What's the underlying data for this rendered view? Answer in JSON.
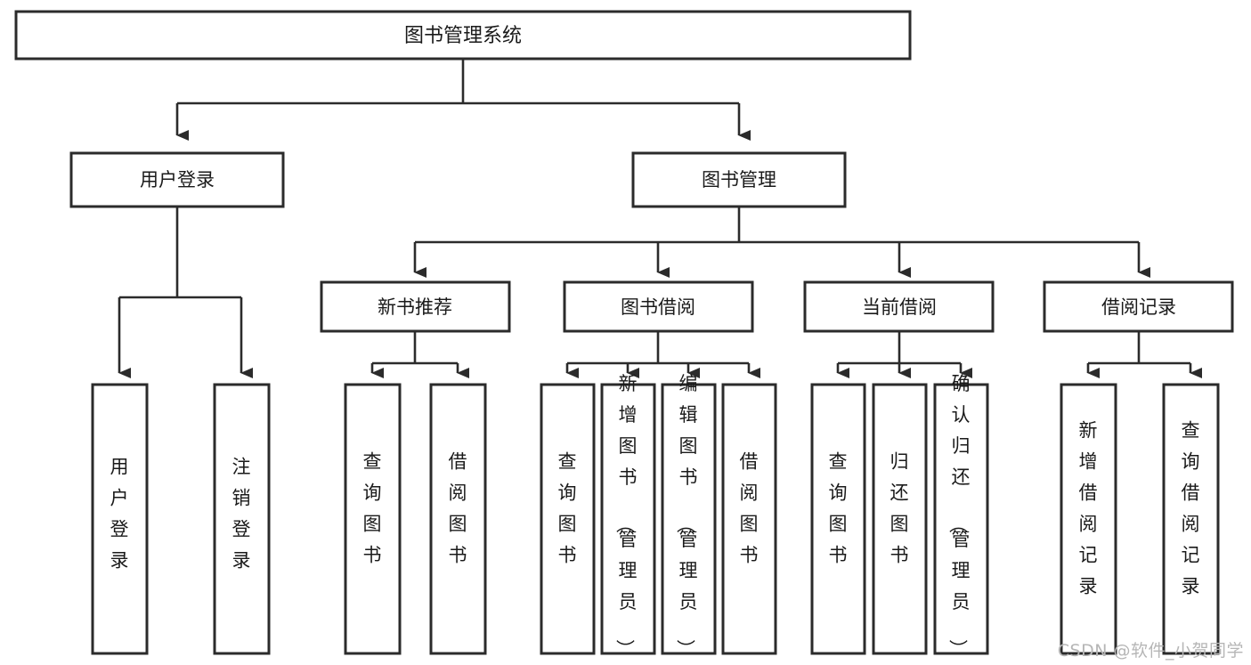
{
  "diagram": {
    "type": "tree-hierarchy-chart",
    "title": "图书管理系统",
    "background_color": "#ffffff",
    "line_color": "#2b2b2b",
    "text_color": "#1a1a1a",
    "root": {
      "label": "图书管理系统"
    },
    "level2": [
      {
        "id": "user-login",
        "label": "用户登录"
      },
      {
        "id": "book-manage",
        "label": "图书管理"
      }
    ],
    "level3": [
      {
        "id": "new-book-recommend",
        "label": "新书推荐"
      },
      {
        "id": "book-borrow",
        "label": "图书借阅"
      },
      {
        "id": "current-borrow",
        "label": "当前借阅"
      },
      {
        "id": "borrow-record",
        "label": "借阅记录"
      }
    ],
    "leaves": {
      "user_login": [
        {
          "id": "leaf-user-login",
          "label": "用户登录"
        },
        {
          "id": "leaf-logout-login",
          "label": "注销登录"
        }
      ],
      "new_book_recommend": [
        {
          "id": "leaf-query-book-1",
          "label": "查询图书"
        },
        {
          "id": "leaf-borrow-book-1",
          "label": "借阅图书"
        }
      ],
      "book_borrow": [
        {
          "id": "leaf-query-book-2",
          "label": "查询图书"
        },
        {
          "id": "leaf-add-book",
          "label": "新增图书（管理员）"
        },
        {
          "id": "leaf-edit-book",
          "label": "编辑图书（管理员）"
        },
        {
          "id": "leaf-borrow-book-2",
          "label": "借阅图书"
        }
      ],
      "current_borrow": [
        {
          "id": "leaf-query-book-3",
          "label": "查询图书"
        },
        {
          "id": "leaf-return-book",
          "label": "归还图书"
        },
        {
          "id": "leaf-confirm-return",
          "label": "确认归还（管理员）"
        }
      ],
      "borrow_record": [
        {
          "id": "leaf-add-record",
          "label": "新增借阅记录"
        },
        {
          "id": "leaf-query-record",
          "label": "查询借阅记录"
        }
      ]
    }
  },
  "watermark": {
    "text": "CSDN @软件_小贺同学"
  }
}
